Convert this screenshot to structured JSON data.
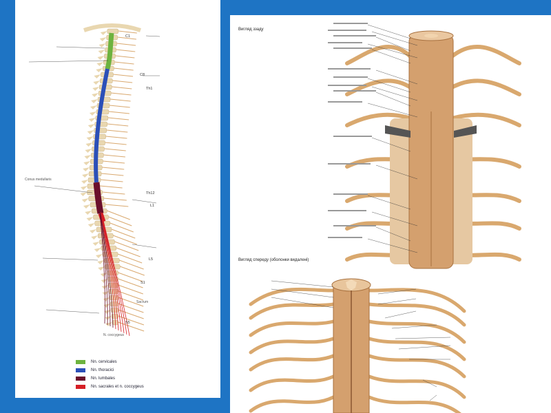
{
  "legend": [
    {
      "label": "Nn. cervicales",
      "color": "#6db33f"
    },
    {
      "label": "Nn. thoracici",
      "color": "#2b4fb8"
    },
    {
      "label": "Nn. lumbales",
      "color": "#6b0f2b"
    },
    {
      "label": "Nn. sacrales et n. coccygeus",
      "color": "#d61f26"
    }
  ],
  "views": {
    "front": "Вигляд ззаду",
    "back": "Вигляд спереду (оболонки видалені)"
  },
  "spine_labels": {
    "c1": "C1",
    "c8": "C8",
    "t1": "Th1",
    "t12": "Th12",
    "l1": "L1",
    "l5": "L5",
    "s1": "S1",
    "s5": "S5",
    "sacral": "Sacrum",
    "coccygeus": "N. coccygeus",
    "conus": "Conus medullaris"
  },
  "colors": {
    "bone": "#e9d7b0",
    "nerve": "#d9a86e",
    "cord": "#c98b56",
    "cervical": "#6db33f",
    "thoracic": "#2b4fb8",
    "lumbar": "#6b0f2b",
    "sacral": "#d61f26",
    "leader": "#333333"
  }
}
